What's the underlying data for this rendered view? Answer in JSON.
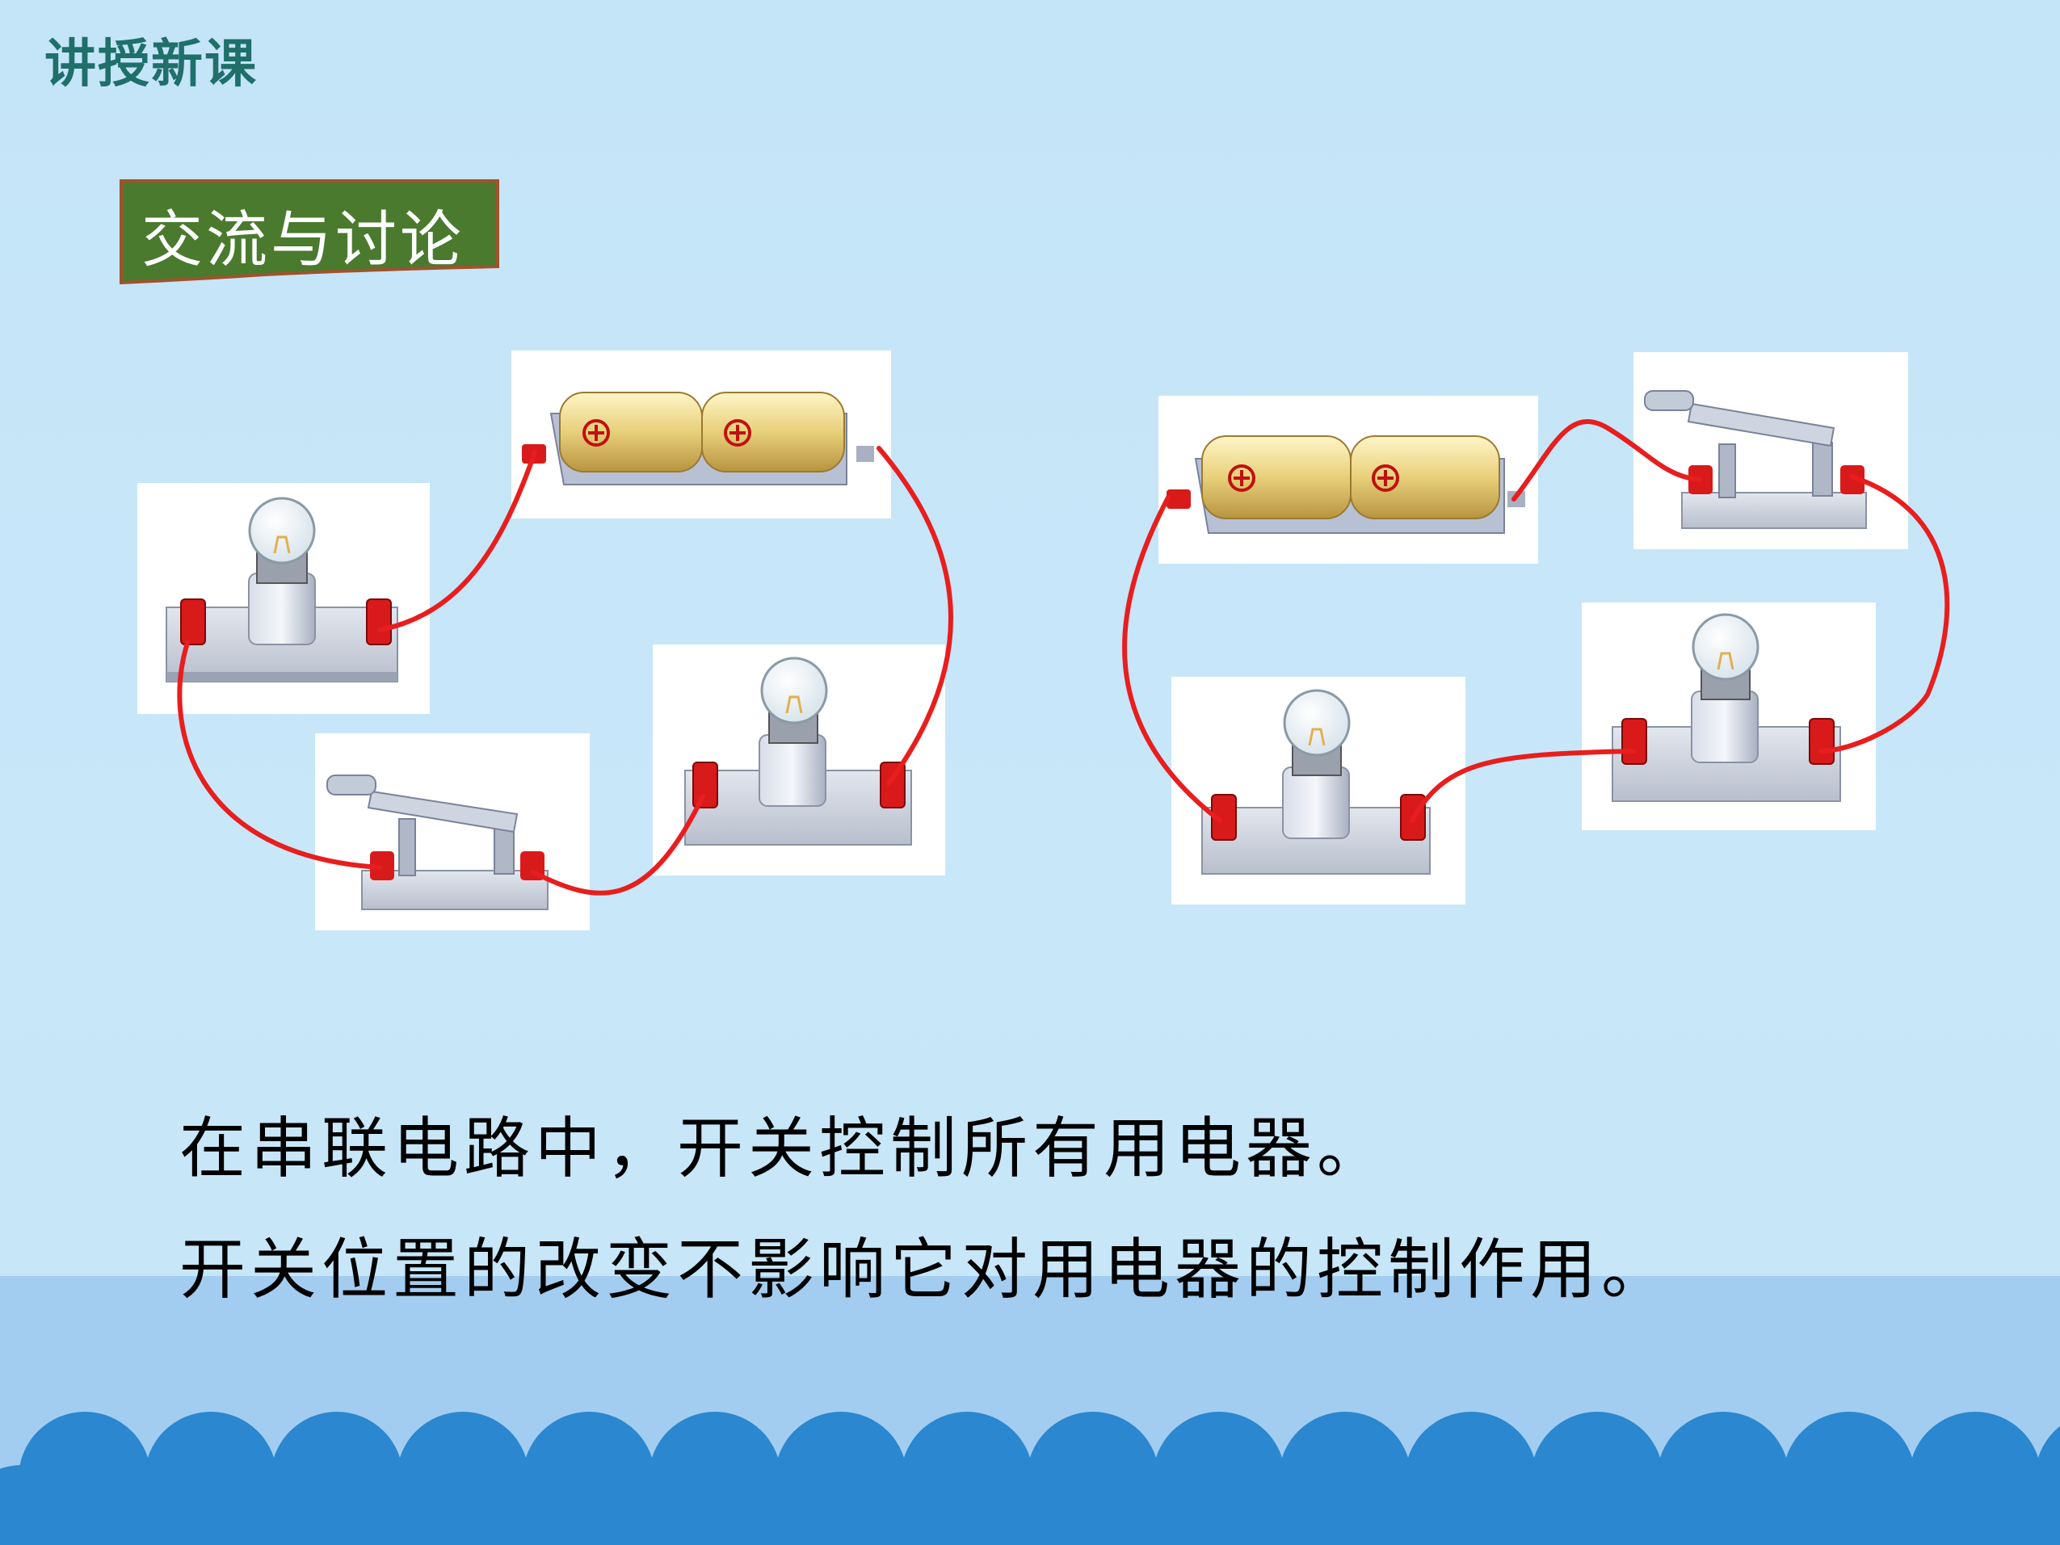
{
  "header": {
    "title": "讲授新课"
  },
  "badge": {
    "label": "交流与讨论",
    "color": "#4a7a2e",
    "border": "#a0522d"
  },
  "body_text": {
    "line1": "在串联电路中，开关控制所有用电器。",
    "line2": "开关位置的改变不影响它对用电器的控制作用。"
  },
  "colors": {
    "wire": "#e81e1e",
    "background": "#c8e6f8",
    "waves": "#2a87d0",
    "title": "#1f6f6a"
  },
  "battery_symbol": "⊕",
  "icons": [
    "light-bulb-icon",
    "battery-icon",
    "knife-switch-icon",
    "wire-icon"
  ]
}
